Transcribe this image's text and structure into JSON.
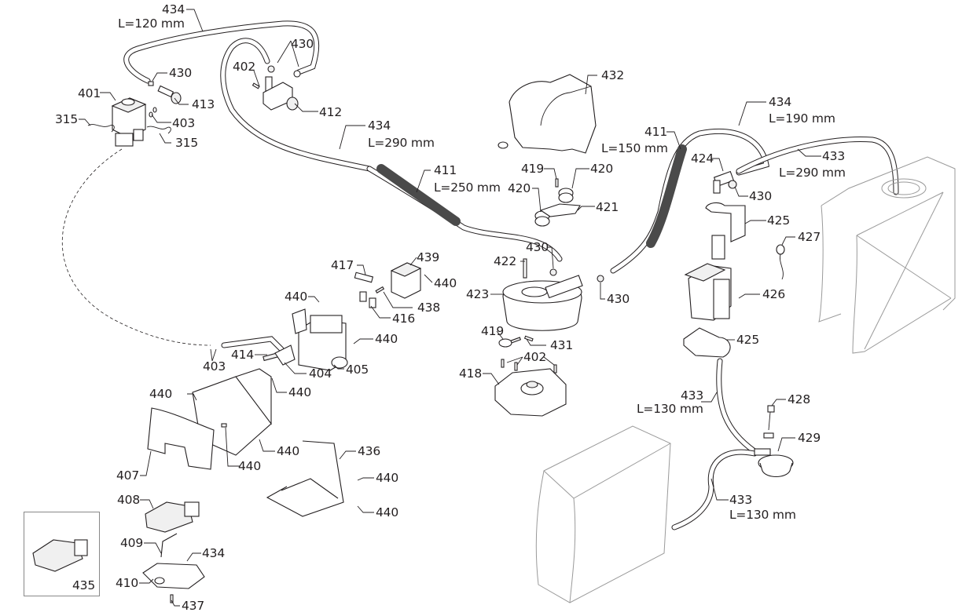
{
  "diagram": {
    "type": "exploded-parts-diagram",
    "subject": "coffee machine water circuit",
    "colors": {
      "line": "#231f20",
      "ghost_outline": "#9a9a9a",
      "sleeve": "#4a4a4a",
      "background": "#ffffff"
    },
    "labels": [
      {
        "id": "l434a",
        "part": "434",
        "length": "L=120 mm"
      },
      {
        "id": "l430a",
        "part": "430"
      },
      {
        "id": "l430b",
        "part": "430"
      },
      {
        "id": "l402a",
        "part": "402"
      },
      {
        "id": "l401",
        "part": "401"
      },
      {
        "id": "l413",
        "part": "413"
      },
      {
        "id": "l412",
        "part": "412"
      },
      {
        "id": "l403a",
        "part": "403"
      },
      {
        "id": "l315a",
        "part": "315"
      },
      {
        "id": "l315b",
        "part": "315"
      },
      {
        "id": "l432",
        "part": "432"
      },
      {
        "id": "l434b",
        "part": "434",
        "length": "L=290 mm"
      },
      {
        "id": "l411a",
        "part": "411",
        "length": "L=250 mm"
      },
      {
        "id": "l434c",
        "part": "434",
        "length": "L=190 mm"
      },
      {
        "id": "l411b",
        "part": "411",
        "length": "L=150 mm"
      },
      {
        "id": "l424",
        "part": "424"
      },
      {
        "id": "l433a",
        "part": "433",
        "length": "L=290 mm"
      },
      {
        "id": "l419a",
        "part": "419"
      },
      {
        "id": "l420a",
        "part": "420"
      },
      {
        "id": "l420b",
        "part": "420"
      },
      {
        "id": "l421",
        "part": "421"
      },
      {
        "id": "l430c",
        "part": "430"
      },
      {
        "id": "l425a",
        "part": "425"
      },
      {
        "id": "l427",
        "part": "427"
      },
      {
        "id": "l417",
        "part": "417"
      },
      {
        "id": "l439",
        "part": "439"
      },
      {
        "id": "l440a",
        "part": "440"
      },
      {
        "id": "l440b",
        "part": "440"
      },
      {
        "id": "l438",
        "part": "438"
      },
      {
        "id": "l416",
        "part": "416"
      },
      {
        "id": "l422",
        "part": "422"
      },
      {
        "id": "l430d",
        "part": "430"
      },
      {
        "id": "l423",
        "part": "423"
      },
      {
        "id": "l430e",
        "part": "430"
      },
      {
        "id": "l426",
        "part": "426"
      },
      {
        "id": "l440c",
        "part": "440"
      },
      {
        "id": "l414",
        "part": "414"
      },
      {
        "id": "l403b",
        "part": "403"
      },
      {
        "id": "l404",
        "part": "404"
      },
      {
        "id": "l405",
        "part": "405"
      },
      {
        "id": "l419b",
        "part": "419"
      },
      {
        "id": "l431",
        "part": "431"
      },
      {
        "id": "l425b",
        "part": "425"
      },
      {
        "id": "l402b",
        "part": "402"
      },
      {
        "id": "l418",
        "part": "418"
      },
      {
        "id": "l440d",
        "part": "440"
      },
      {
        "id": "l440e",
        "part": "440"
      },
      {
        "id": "l433b",
        "part": "433",
        "length": "L=130 mm"
      },
      {
        "id": "l428",
        "part": "428"
      },
      {
        "id": "l429",
        "part": "429"
      },
      {
        "id": "l440f",
        "part": "440"
      },
      {
        "id": "l436",
        "part": "436"
      },
      {
        "id": "l407",
        "part": "407"
      },
      {
        "id": "l440g",
        "part": "440"
      },
      {
        "id": "l440h",
        "part": "440"
      },
      {
        "id": "l440i",
        "part": "440"
      },
      {
        "id": "l433c",
        "part": "433",
        "length": "L=130 mm"
      },
      {
        "id": "l408",
        "part": "408"
      },
      {
        "id": "l409",
        "part": "409"
      },
      {
        "id": "l434d",
        "part": "434"
      },
      {
        "id": "l410",
        "part": "410"
      },
      {
        "id": "l435",
        "part": "435"
      },
      {
        "id": "l437",
        "part": "437"
      }
    ]
  }
}
